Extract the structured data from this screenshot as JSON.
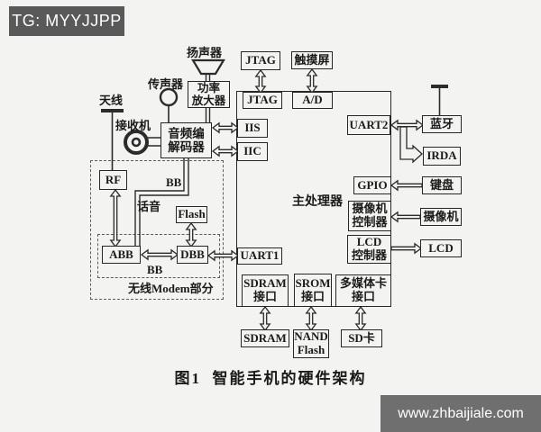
{
  "badge": {
    "text": "TG: MYYJJPP"
  },
  "watermark": {
    "text": "www.zhbaijiale.com"
  },
  "caption": "图1  智能手机的硬件架构",
  "colors": {
    "badge_bg": "#595959",
    "watermark_bg": "#6f6f6f",
    "paper": "#f3f3f1",
    "line": "#2b2b2b",
    "text": "#1a1a1a"
  },
  "diagram": {
    "labels": {
      "antenna": "天线",
      "receiver": "接收机",
      "microphone": "传声器",
      "speaker": "扬声器",
      "bb_upper": "BB",
      "voice": "话音",
      "bb_lower": "BB",
      "wireless_modem": "无线Modem部分",
      "main_processor": "主处理器"
    },
    "boxes": {
      "jtag_top": "JTAG",
      "touchscreen": "触摸屏",
      "jtag_in": "JTAG",
      "ad": "A/D",
      "iis": "IIS",
      "iic": "IIC",
      "uart2": "UART2",
      "gpio": "GPIO",
      "camera_ctrl": "摄像机\n控制器",
      "lcd_ctrl": "LCD\n控制器",
      "uart1": "UART1",
      "sdram_if": "SDRAM\n接口",
      "srom_if": "SROM\n接口",
      "mmc_if": "多媒体卡\n接口",
      "sdram": "SDRAM",
      "nand_flash": "NAND\nFlash",
      "sd_card": "SD卡",
      "bluetooth": "蓝牙",
      "irda": "IRDA",
      "keyboard": "键盘",
      "camera": "摄像机",
      "lcd": "LCD",
      "power_amp": "功率\n放大器",
      "audio_codec": "音频编\n解码器",
      "rf": "RF",
      "flash": "Flash",
      "abb": "ABB",
      "dbb": "DBB"
    },
    "icons": {
      "antenna": "antenna-icon (T bar)",
      "bluetooth_antenna": "antenna-icon (T bar)",
      "microphone": "circle-icon",
      "receiver": "double-circle-icon",
      "speaker": "horn-trapezoid-icon"
    }
  }
}
